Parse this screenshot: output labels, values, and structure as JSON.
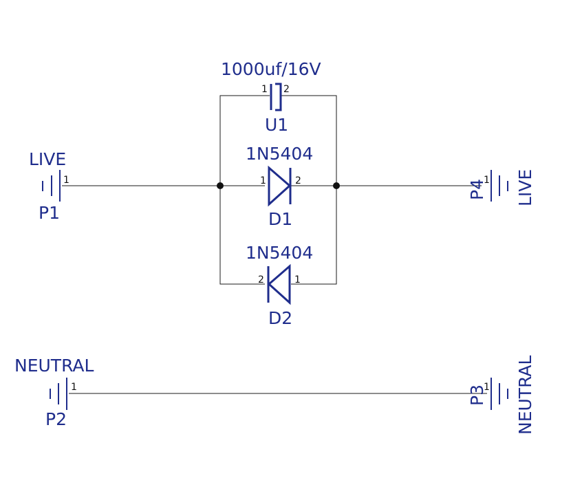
{
  "components": {
    "p1": {
      "value": "LIVE",
      "ref": "P1",
      "pin": "1"
    },
    "p2": {
      "value": "NEUTRAL",
      "ref": "P2",
      "pin": "1"
    },
    "p3": {
      "value": "NEUTRAL",
      "ref": "P3",
      "pin": "1"
    },
    "p4": {
      "value": "LIVE",
      "ref": "P4",
      "pin": "1"
    },
    "u1": {
      "value": "1000uf/16V",
      "ref": "U1",
      "pin1": "1",
      "pin2": "2"
    },
    "d1": {
      "value": "1N5404",
      "ref": "D1",
      "pin1": "1",
      "pin2": "2"
    },
    "d2": {
      "value": "1N5404",
      "ref": "D2",
      "pin1": "2",
      "pin2": "1"
    }
  },
  "colors": {
    "component": "#1f2d8c",
    "wire": "#1a1a1a",
    "background": "#ffffff"
  }
}
